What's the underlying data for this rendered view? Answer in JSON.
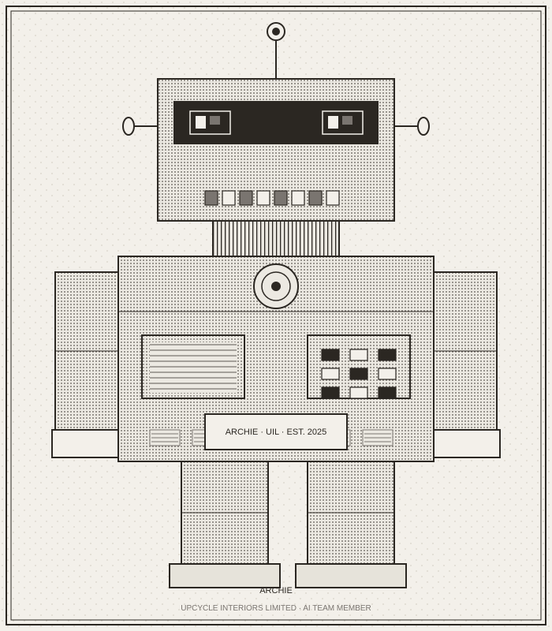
{
  "plate": {
    "text": "ARCHIE · UIL · EST. 2025"
  },
  "caption": {
    "name": "ARCHIE",
    "subtitle": "UPCYCLE INTERIORS LIMITED · AI TEAM MEMBER"
  },
  "colors": {
    "paper": "#f3f0ea",
    "ink": "#2b2722",
    "panel": "#e6e3da",
    "accent_gray": "#7a7570"
  }
}
